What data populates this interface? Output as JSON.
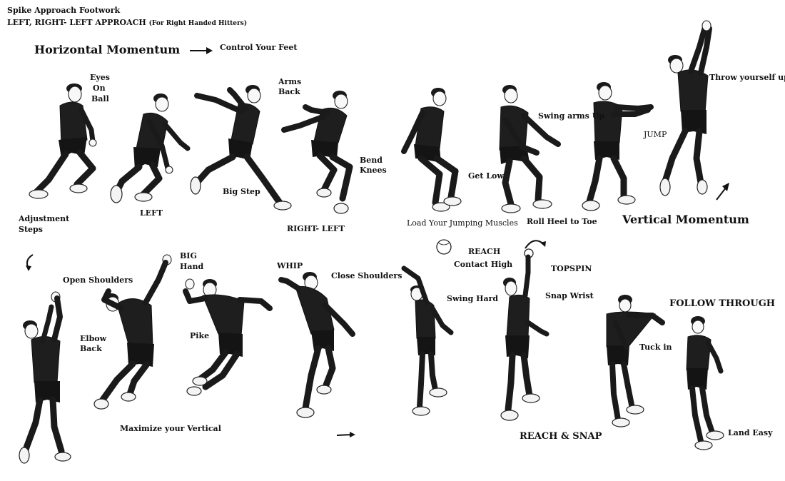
{
  "header": {
    "title": "Spike Approach Footwork",
    "subtitle": "LEFT,  RIGHT- LEFT APPROACH",
    "subtitle_note": "(For Right Handed Hitters)"
  },
  "sections": {
    "horizontal": "Horizontal Momentum",
    "control": "Control Your Feet",
    "vertical": "Vertical Momentum"
  },
  "labels": {
    "eyes": "Eyes",
    "on": "On",
    "ball": "Ball",
    "adjustment": "Adjustment",
    "steps": "Steps",
    "left": "LEFT",
    "arms": "Arms",
    "back": "Back",
    "big_step": "Big Step",
    "bend": "Bend",
    "knees": "Knees",
    "right_left": "RIGHT- LEFT",
    "get_low": "Get Low",
    "load": "Load Your Jumping Muscles",
    "swing_arms_up": "Swing arms Up",
    "roll_heel": "Roll Heel to Toe",
    "jump": "JUMP",
    "throw": "Throw yourself up",
    "open_shoulders": "Open Shoulders",
    "elbow": "Elbow",
    "elbow_back": "Back",
    "big": "BIG",
    "hand": "Hand",
    "pike": "Pike",
    "whip": "WHIP",
    "close_shoulders": "Close Shoulders",
    "maximize": "Maximize your Vertical",
    "reach": "REACH",
    "contact_high": "Contact High",
    "swing_hard": "Swing Hard",
    "topspin": "TOPSPIN",
    "snap_wrist": "Snap Wrist",
    "follow_through": "FOLLOW THROUGH",
    "tuck_in": "Tuck in",
    "reach_snap": "REACH & SNAP",
    "land_easy": "Land Easy"
  },
  "figure_icon": "volleyball-player-figure"
}
